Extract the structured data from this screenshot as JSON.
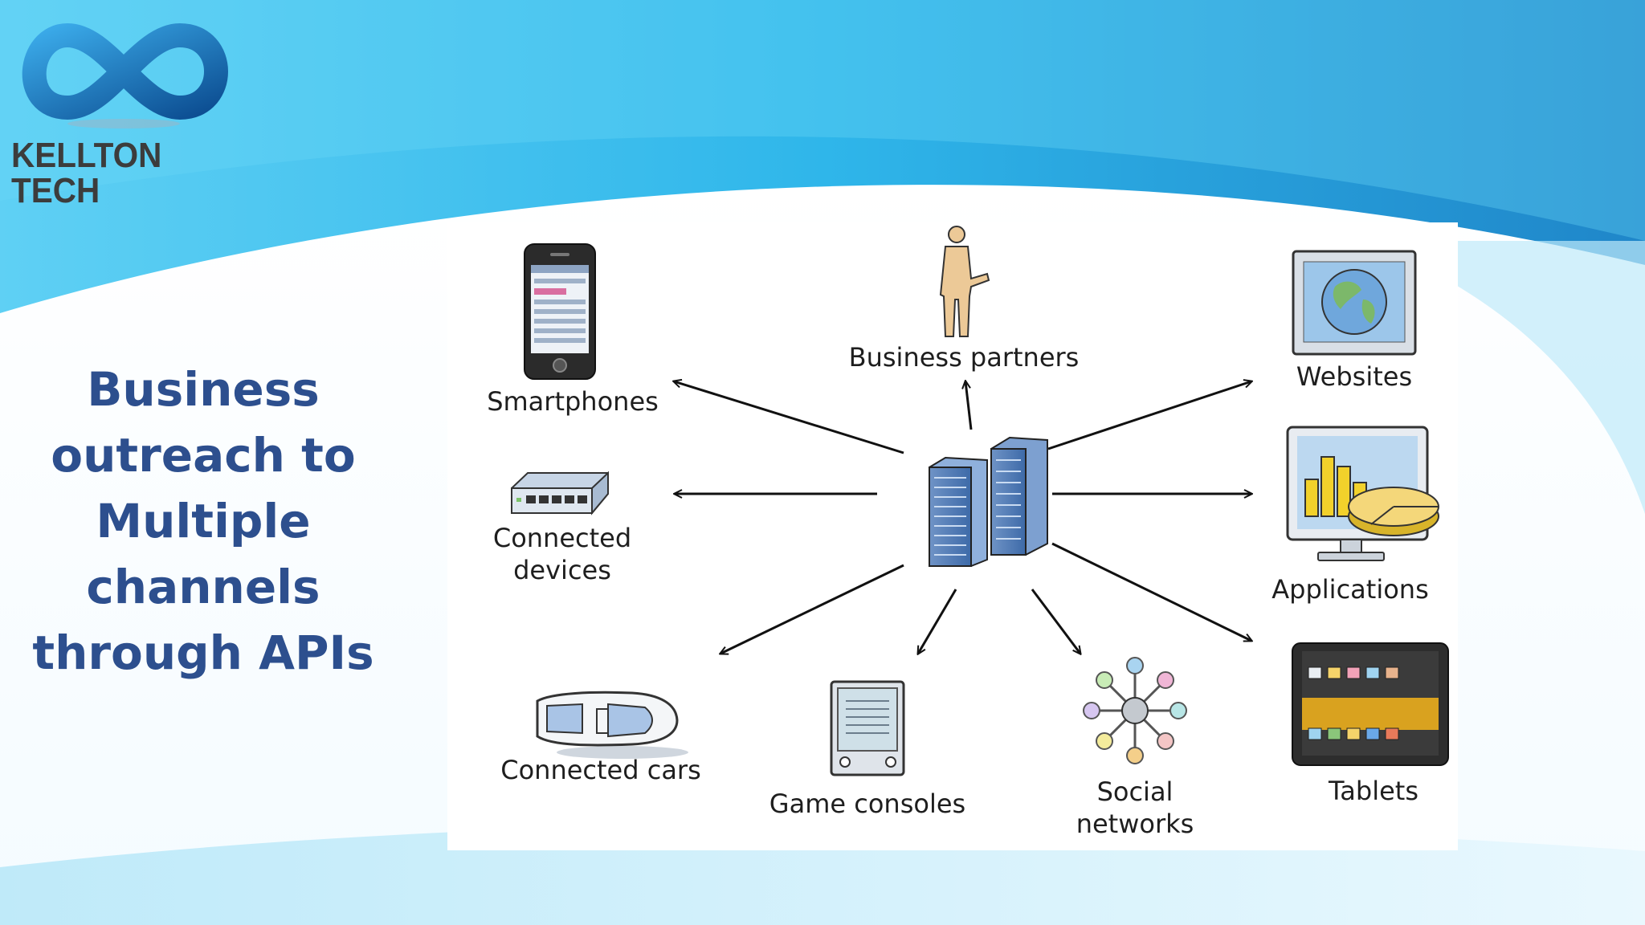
{
  "logo": {
    "brand": "KELLTON TECH",
    "icon": "infinity-logo-icon"
  },
  "heading": {
    "lines": [
      "Business",
      "outreach to",
      "Multiple",
      "channels",
      "through APIs"
    ]
  },
  "diagram": {
    "center_icon": "office-buildings-icon",
    "nodes": {
      "smartphones": {
        "label": "Smartphones",
        "icon": "smartphone-icon"
      },
      "partners": {
        "label": "Business partners",
        "icon": "person-icon"
      },
      "websites": {
        "label": "Websites",
        "icon": "globe-monitor-icon"
      },
      "devices": {
        "label_1": "Connected",
        "label_2": "devices",
        "icon": "network-switch-icon"
      },
      "applications": {
        "label": "Applications",
        "icon": "chart-monitor-icon"
      },
      "cars": {
        "label": "Connected cars",
        "icon": "car-icon"
      },
      "consoles": {
        "label": "Game consoles",
        "icon": "handheld-console-icon"
      },
      "social": {
        "label_1": "Social",
        "label_2": "networks",
        "icon": "social-graph-icon"
      },
      "tablets": {
        "label": "Tablets",
        "icon": "tablet-icon"
      }
    }
  },
  "colors": {
    "heading": "#2d4f8e",
    "sky": "#2fb6ea",
    "deep_blue": "#1f86c9",
    "logo_text": "#3c3c3c"
  }
}
